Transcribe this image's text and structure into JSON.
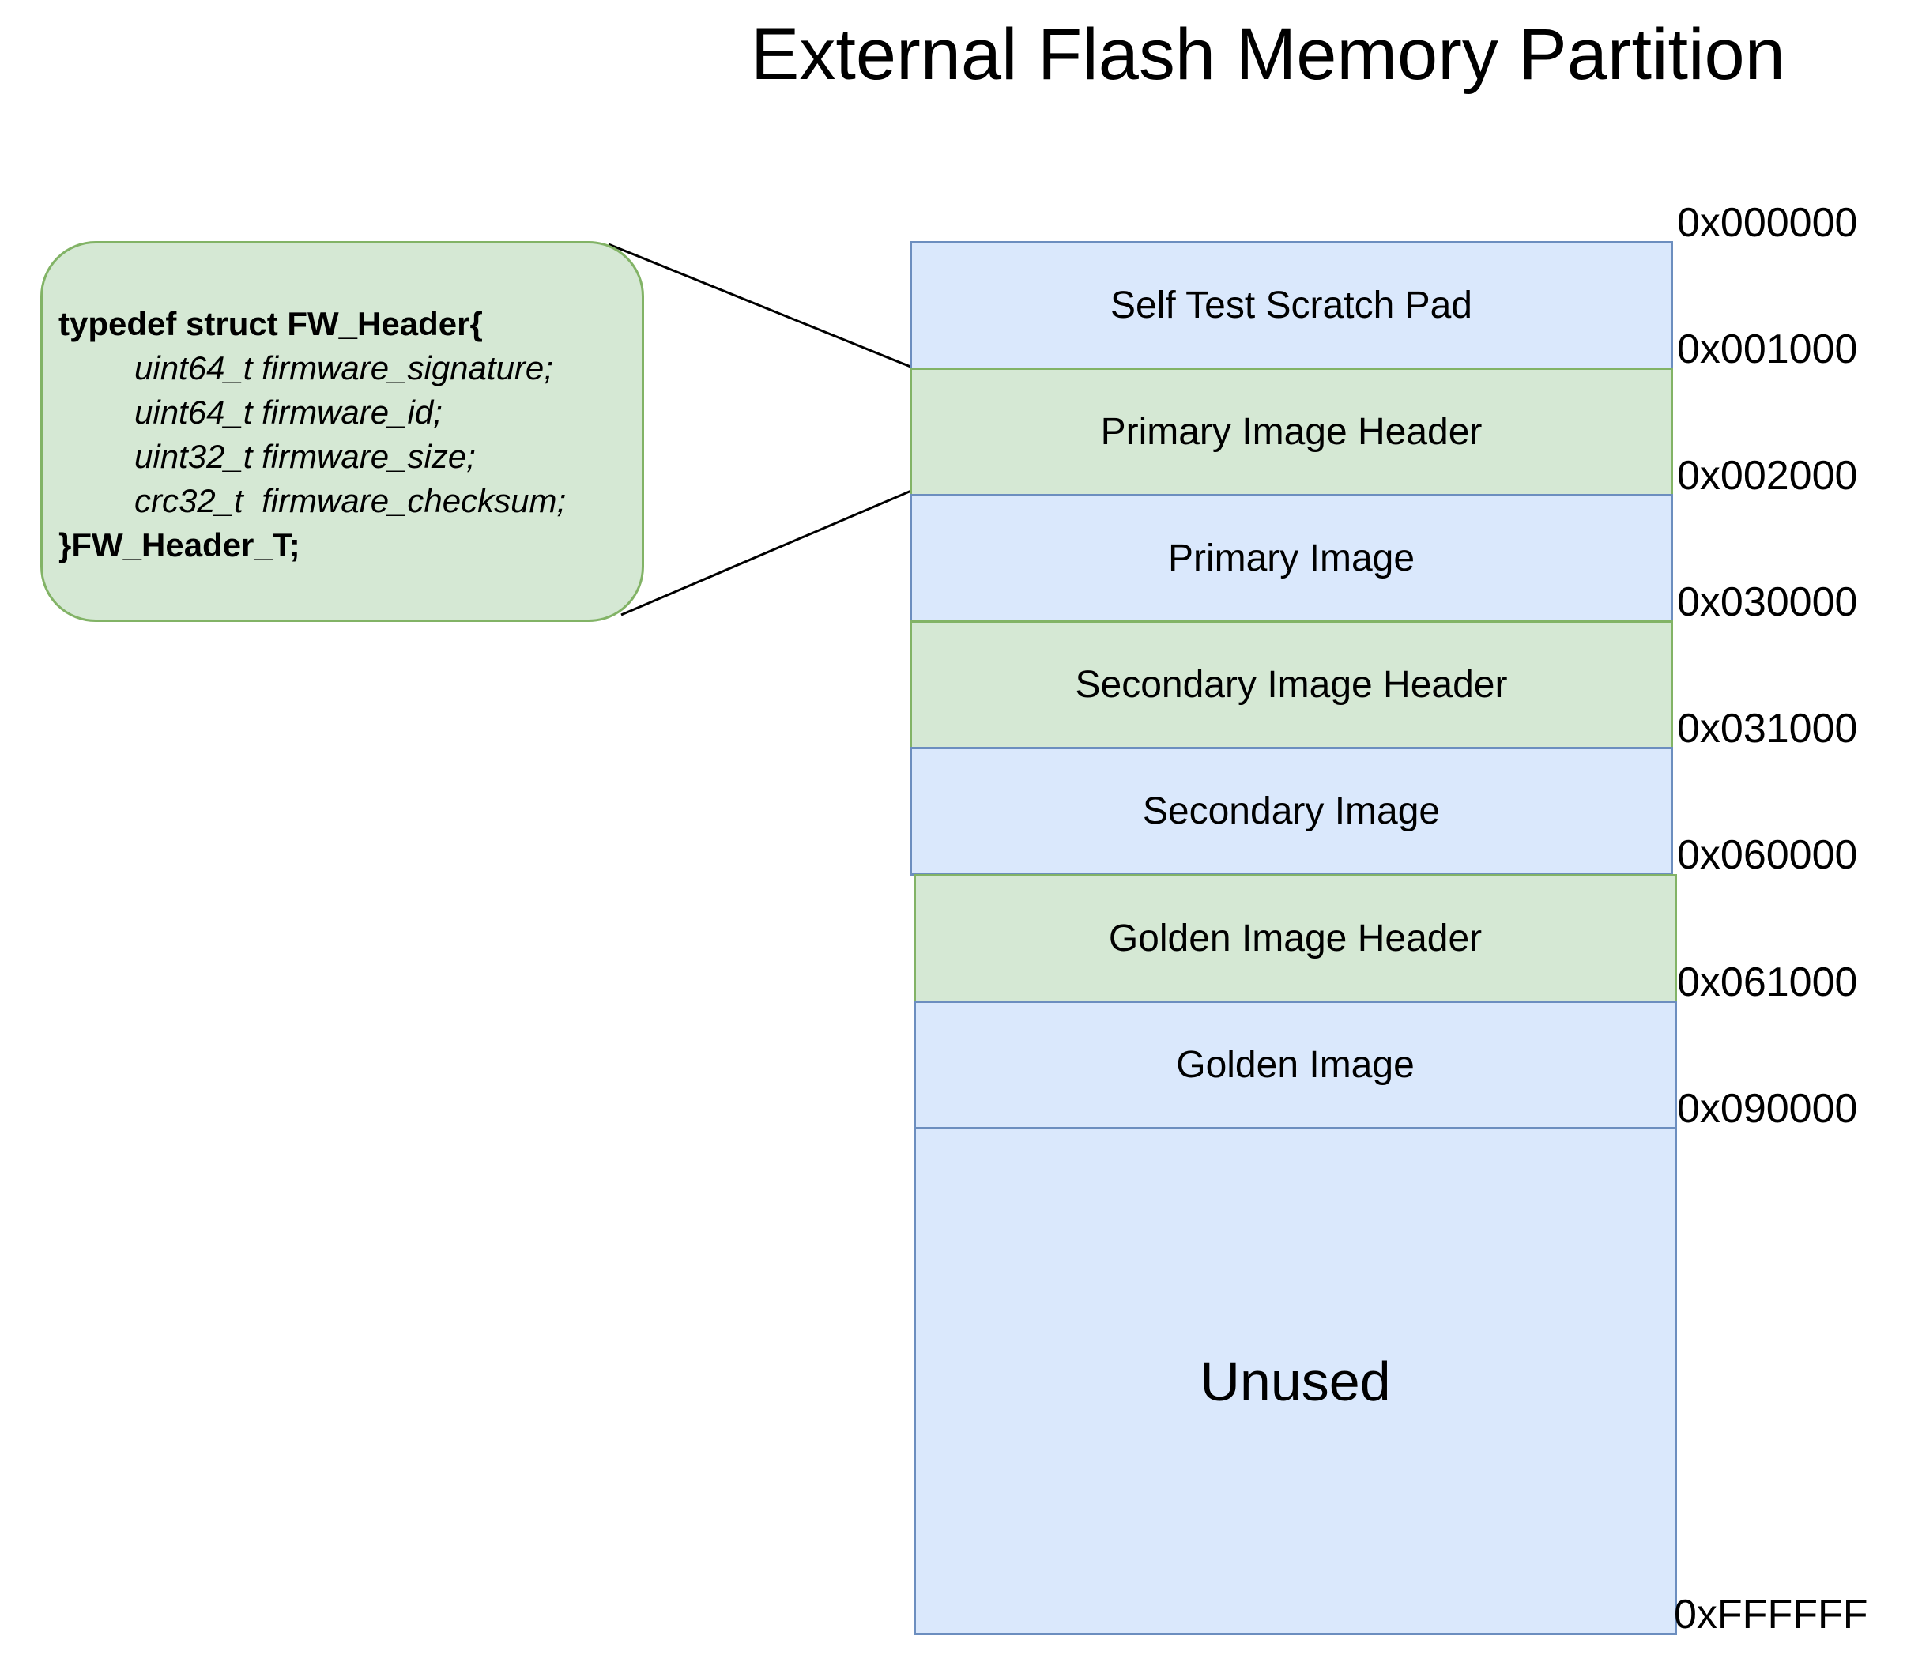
{
  "title": "External Flash Memory Partition",
  "header_struct": {
    "open_line": "typedef struct FW_Header{",
    "fields": [
      "uint64_t firmware_signature;",
      "uint64_t firmware_id;",
      "uint32_t firmware_size;",
      "crc32_t  firmware_checksum;"
    ],
    "close_line": "}FW_Header_T;"
  },
  "partitions": [
    {
      "label": "Self Test Scratch Pad",
      "color": "blue"
    },
    {
      "label": "Primary Image Header",
      "color": "green"
    },
    {
      "label": "Primary Image",
      "color": "blue"
    },
    {
      "label": "Secondary Image Header",
      "color": "green"
    },
    {
      "label": "Secondary Image",
      "color": "blue"
    },
    {
      "label": "Golden Image Header",
      "color": "green"
    },
    {
      "label": "Golden Image",
      "color": "blue"
    },
    {
      "label": "Unused",
      "color": "blue"
    }
  ],
  "addresses": [
    "0x000000",
    "0x001000",
    "0x002000",
    "0x030000",
    "0x031000",
    "0x060000",
    "0x061000",
    "0x090000",
    "0xFFFFFF"
  ],
  "colors": {
    "blue_fill": "#dae8fc",
    "blue_stroke": "#6c8ebf",
    "green_fill": "#d5e8d4",
    "green_stroke": "#82b366"
  }
}
